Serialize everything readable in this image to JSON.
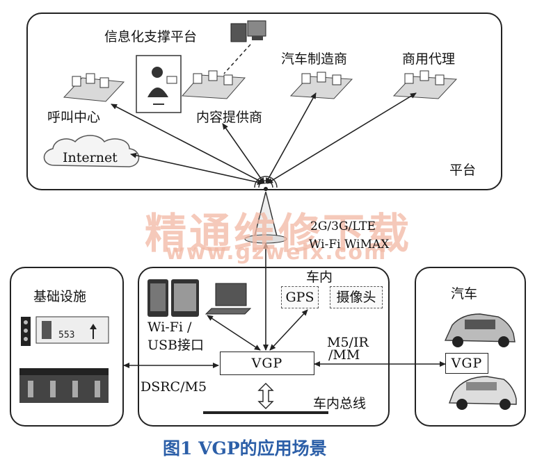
{
  "figure": {
    "caption": "图1    VGP的应用场景",
    "watermark_cn": "精通维修下载",
    "watermark_url": "www.gzweix.com"
  },
  "platform": {
    "label": "平台",
    "info_support": "信息化支撑平台",
    "call_center": "呼叫中心",
    "content_provider": "内容提供商",
    "automaker": "汽车制造商",
    "business_agent": "商用代理",
    "internet": "Internet"
  },
  "wireless": {
    "line1": "2G/3G/LTE",
    "line2": "Wi-Fi WiMAX"
  },
  "infrastructure": {
    "title": "基础设施",
    "sign_value": "553"
  },
  "in_vehicle": {
    "title": "车内",
    "gps": "GPS",
    "camera": "摄像头",
    "wifi_usb_line1": "Wi-Fi /",
    "wifi_usb_line2": "USB接口",
    "vgp": "VGP",
    "bus": "车内总线",
    "dsrc": "DSRC/M5",
    "link_line1": "M5/IR",
    "link_line2": "/MM"
  },
  "car": {
    "title": "汽车",
    "vgp": "VGP"
  },
  "colors": {
    "line": "#222222",
    "watermark": "#f2b8a3",
    "caption": "#2c5fa8"
  }
}
